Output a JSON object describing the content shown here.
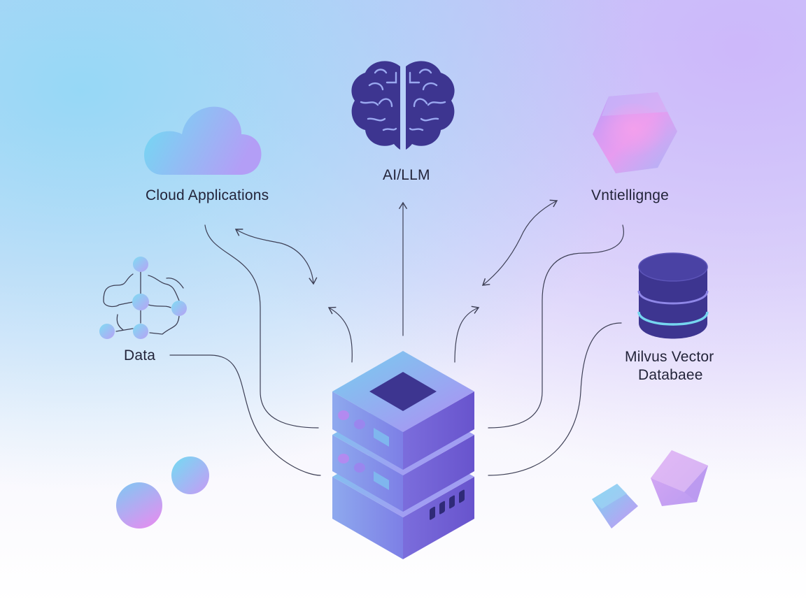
{
  "diagram": {
    "nodes": {
      "cloud": {
        "label": "Cloud Applications",
        "icon": "cloud-icon"
      },
      "ai": {
        "label": "AI/LLM",
        "icon": "brain-icon"
      },
      "intelligence": {
        "label": "Vntiellignge",
        "icon": "hexagon-gem-icon"
      },
      "data": {
        "label": "Data",
        "icon": "network-graph-icon"
      },
      "milvus": {
        "label_line1": "Milvus Vector",
        "label_line2": "Databaee",
        "icon": "database-cylinder-icon"
      },
      "server": {
        "icon": "server-stack-icon"
      }
    },
    "colors": {
      "accent_dark": "#3d3590",
      "accent_purple": "#8a72e6",
      "accent_cyan": "#6ed8f0",
      "accent_pink": "#d58cf2",
      "line": "#3e4056"
    }
  }
}
